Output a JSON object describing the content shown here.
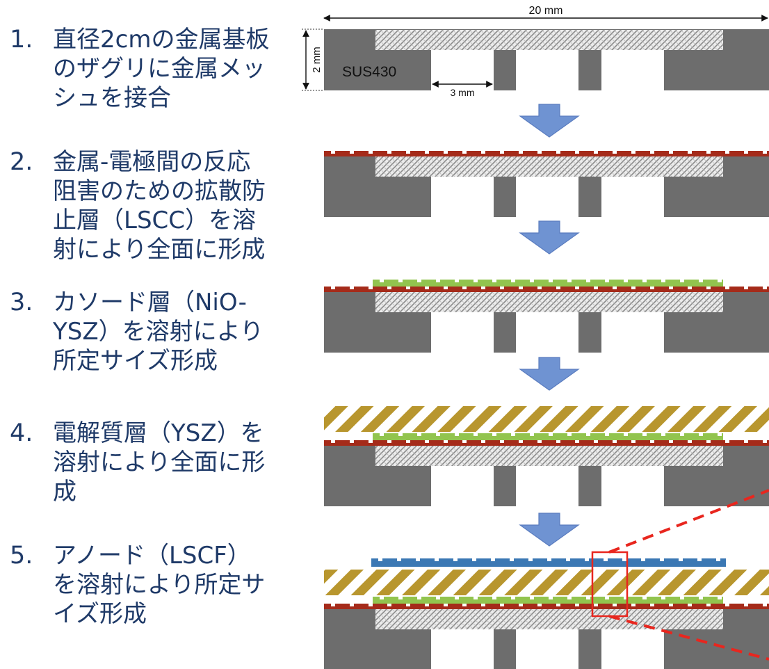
{
  "steps": [
    {
      "number": "1.",
      "lines": [
        "直径2cmの金属基板",
        "のザグリに金属メッ",
        "シュを接合"
      ]
    },
    {
      "number": "2.",
      "lines": [
        "金属-電極間の反応",
        "阻害のための拡散防",
        "止層（LSCC）を溶",
        "射により全面に形成"
      ]
    },
    {
      "number": "3.",
      "lines": [
        "カソード層（NiO-",
        "YSZ）を溶射により",
        "所定サイズ形成"
      ]
    },
    {
      "number": "4.",
      "lines": [
        "電解質層（YSZ）を",
        "溶射により全面に形",
        "成"
      ]
    },
    {
      "number": "5.",
      "lines": [
        "アノード（LSCF）",
        "を溶射により所定サ",
        "イズ形成"
      ]
    }
  ],
  "labels": {
    "width_dim": "20 mm",
    "height_dim": "2 mm",
    "gap_dim": "3 mm",
    "substrate": "SUS430"
  },
  "colors": {
    "text": "#1f3a68",
    "substrate": "#6d6d6d",
    "mesh": "#9a9a9a",
    "lscc": "#a52b1a",
    "cathode": "#92c44e",
    "electrolyte": "#b8962e",
    "anode": "#3b78b4",
    "arrow": "#6f93d2",
    "highlight": "#e8261e"
  }
}
